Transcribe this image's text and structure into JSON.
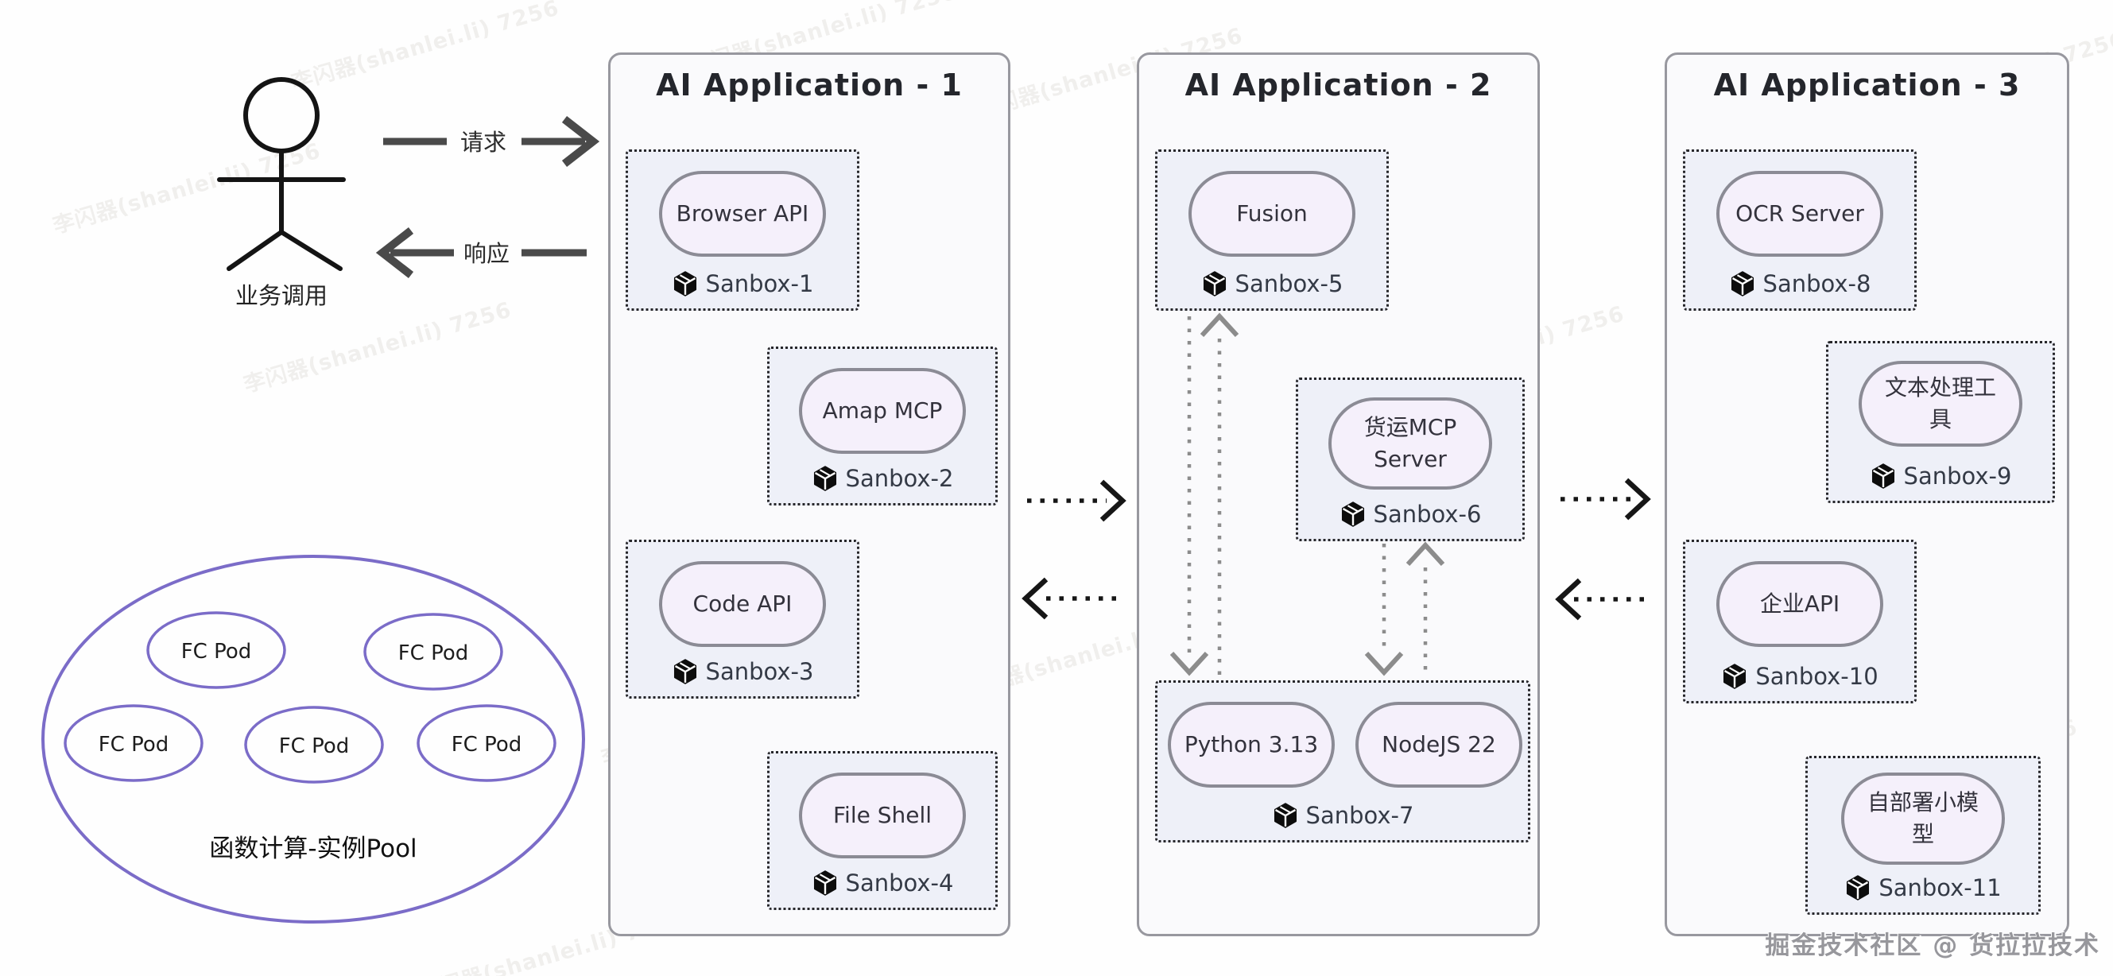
{
  "actor": {
    "label": "业务调用",
    "request_label": "请求",
    "response_label": "响应"
  },
  "pool": {
    "label": "函数计算-实例Pool",
    "pod_label": "FC Pod",
    "pod_count": 5,
    "accent_color": "#7b6cc8"
  },
  "panels": [
    {
      "title": "AI Application - 1",
      "sandboxes": [
        {
          "service": "Browser API",
          "name": "Sanbox-1"
        },
        {
          "service": "Amap MCP",
          "name": "Sanbox-2"
        },
        {
          "service": "Code API",
          "name": "Sanbox-3"
        },
        {
          "service": "File Shell",
          "name": "Sanbox-4"
        }
      ]
    },
    {
      "title": "AI Application - 2",
      "sandboxes": [
        {
          "service": "Fusion",
          "name": "Sanbox-5"
        },
        {
          "service": "货运MCP Server",
          "name": "Sanbox-6"
        },
        {
          "service_a": "Python 3.13",
          "service_b": "NodeJS 22",
          "name": "Sanbox-7"
        }
      ]
    },
    {
      "title": "AI Application - 3",
      "sandboxes": [
        {
          "service": "OCR Server",
          "name": "Sanbox-8"
        },
        {
          "service": "文本处理工具",
          "name": "Sanbox-9"
        },
        {
          "service": "企业API",
          "name": "Sanbox-10"
        },
        {
          "service": "自部署小模型",
          "name": "Sanbox-11"
        }
      ]
    }
  ],
  "watermarks": {
    "tile_text": "李闪器(shanlei.li) 7256",
    "credit": "掘金技术社区 @ 货拉拉技术"
  },
  "colors": {
    "pool_purple": "#7b6cc8",
    "pill_fill": "#f5f0fb",
    "pill_border": "#8b8b95",
    "sandbox_fill": "#eef0f8",
    "panel_border": "#98989f",
    "arrow_dark": "#4a4a4a",
    "dotted_black": "#161616",
    "dotted_gray": "#8c8c8c"
  }
}
